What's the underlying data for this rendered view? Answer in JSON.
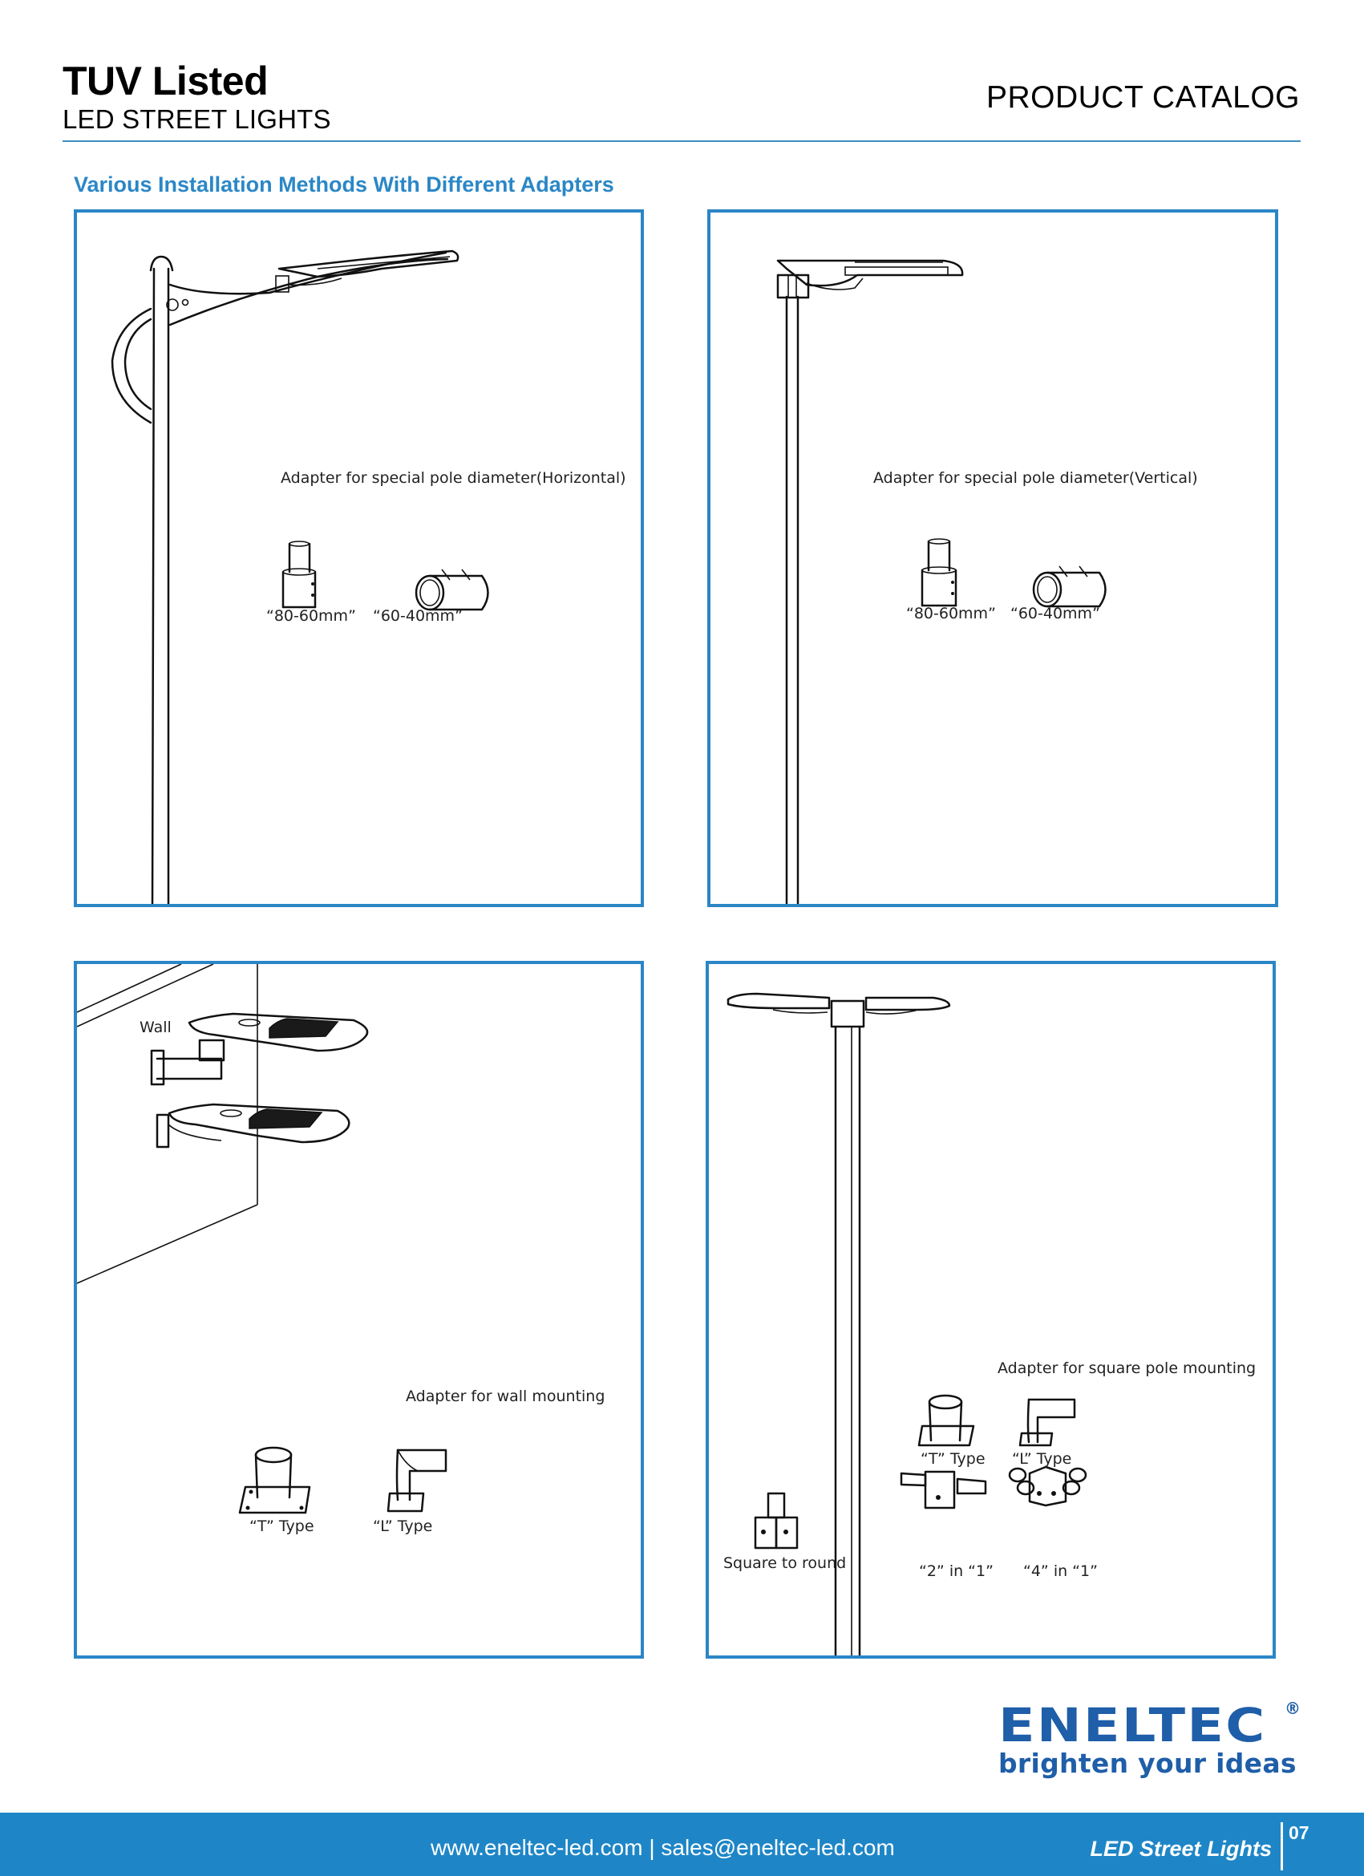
{
  "header": {
    "title": "TUV Listed",
    "subtitle": "LED STREET LIGHTS",
    "catalog_label": "PRODUCT CATALOG"
  },
  "section": {
    "title": "Various Installation Methods With Different Adapters"
  },
  "panels": {
    "horizontal": {
      "caption": "Adapter for special pole diameter(Horizontal)",
      "adapters": [
        {
          "label": "“80-60mm”"
        },
        {
          "label": "“60-40mm”"
        }
      ]
    },
    "vertical": {
      "caption": "Adapter for special pole diameter(Vertical)",
      "adapters": [
        {
          "label": "“80-60mm”"
        },
        {
          "label": "“60-40mm”"
        }
      ]
    },
    "wall": {
      "wall_label": "Wall",
      "caption": "Adapter for wall mounting",
      "adapters": [
        {
          "label": "“T” Type"
        },
        {
          "label": "“L” Type"
        }
      ]
    },
    "square_pole": {
      "caption": "Adapter for square pole mounting",
      "square_to_round_label": "Square to round",
      "adapters": [
        {
          "label": "“T” Type"
        },
        {
          "label": "“L” Type"
        },
        {
          "label": "“2” in “1”"
        },
        {
          "label": "“4” in “1”"
        }
      ]
    }
  },
  "brand": {
    "name": "ENELTEC",
    "registered": "®",
    "tagline": "brighten your ideas",
    "color": "#1f5ea8"
  },
  "footer": {
    "contact": "www.eneltec-led.com | sales@eneltec-led.com",
    "section_label": "LED Street Lights",
    "page_number": "07",
    "background": "#1e86c7"
  },
  "colors": {
    "accent": "#2b87c6",
    "panel_border": "#2a86c6"
  }
}
